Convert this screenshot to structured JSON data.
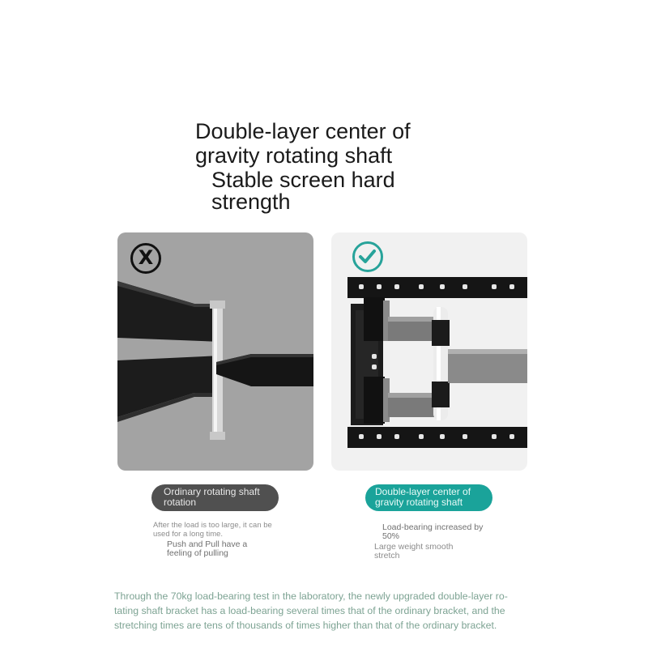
{
  "headline": {
    "line1": "Double-layer center of",
    "line2": "gravity rotating shaft",
    "line3": "Stable screen hard",
    "line4": "strength"
  },
  "comparison": {
    "ordinary": {
      "icon": "cross-circle-icon",
      "symbol": "X",
      "pill_line1": "Ordinary rotating shaft",
      "pill_line2": "rotation",
      "note1_line1": "After the load is too large, it can be",
      "note1_line2": "used for a long time.",
      "note2_line1": "Push and Pull have a",
      "note2_line2": "feeling of pulling"
    },
    "upgraded": {
      "icon": "check-circle-icon",
      "accent": "#1aa39a",
      "pill_line1": "Double-layer center of",
      "pill_line2": "gravity rotating shaft",
      "note1_line1": "Load-bearing increased by",
      "note1_line2": "50%",
      "note2_line1": "Large weight smooth",
      "note2_line2": "stretch"
    }
  },
  "footer": {
    "line1": "Through the 70kg load-bearing test in the laboratory, the newly upgraded double-layer ro-",
    "line2": "tating shaft bracket has a load-bearing several times that of the ordinary bracket, and the",
    "line3": "stretching times are tens of thousands of times higher than that of the ordinary bracket."
  },
  "colors": {
    "teal": "#1aa39a",
    "footer_text": "#7da393",
    "dark_pill": "#505050",
    "left_panel": "#a3a3a3"
  }
}
